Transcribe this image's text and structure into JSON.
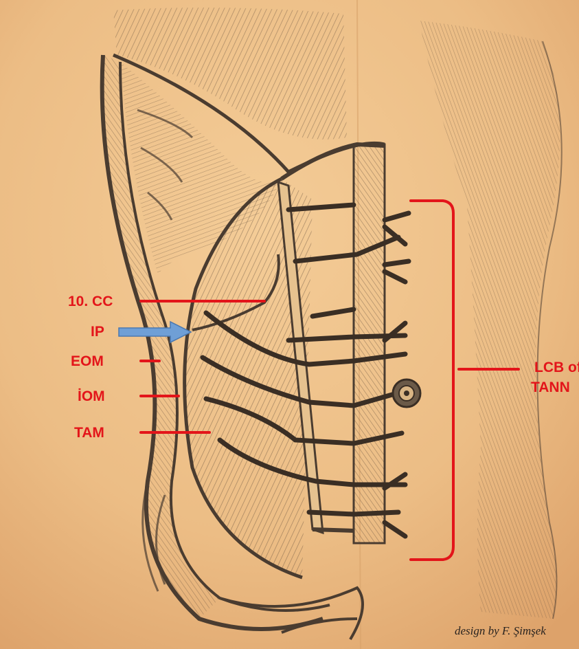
{
  "colors": {
    "paper": "#f0c58f",
    "pencil": "#4a3c30",
    "label_red": "#e3151a",
    "pointer_blue": "#6f9fd6",
    "credit_text": "#2a2420"
  },
  "labels": {
    "cc10": "10. CC",
    "ip": "IP",
    "eom": "EOM",
    "iom": "İOM",
    "tam": "TAM",
    "lcb_line1": "LCB of",
    "lcb_line2": "TANN"
  },
  "icons": {
    "ip_pointer": "arrow-right-icon",
    "umbilicus": "umbilicus-icon"
  },
  "credit": "design by F. Şimşek"
}
